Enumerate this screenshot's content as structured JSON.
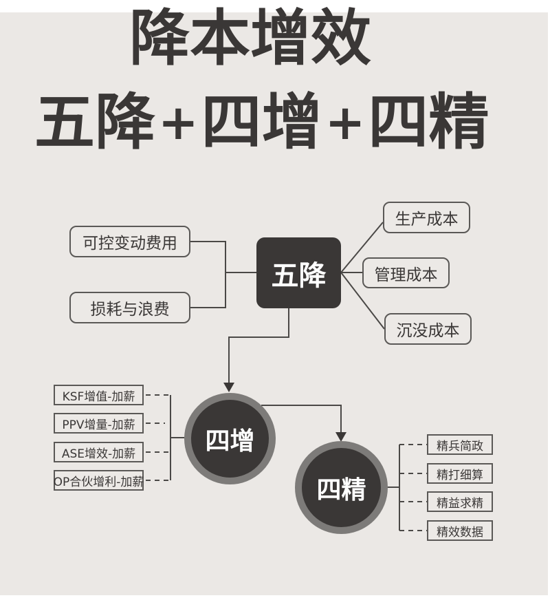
{
  "title": {
    "line1": "降本增效",
    "line2_parts": [
      "五降",
      "+",
      "四增",
      "+",
      "四精"
    ]
  },
  "colors": {
    "background": "#ebe8e5",
    "dark": "#3a3736",
    "ring": "#7d7b79",
    "line": "#4a4846"
  },
  "wujiang": {
    "label": "五降",
    "left_items": [
      "可控变动费用",
      "损耗与浪费"
    ],
    "right_items": [
      "生产成本",
      "管理成本",
      "沉没成本"
    ]
  },
  "sizeng": {
    "label": "四增",
    "items": [
      "KSF增值-加薪",
      "PPV增量-加薪",
      "ASE增效-加薪",
      "OP合伙增利-加薪"
    ]
  },
  "sijing": {
    "label": "四精",
    "items": [
      "精兵简政",
      "精打细算",
      "精益求精",
      "精效数据"
    ]
  }
}
